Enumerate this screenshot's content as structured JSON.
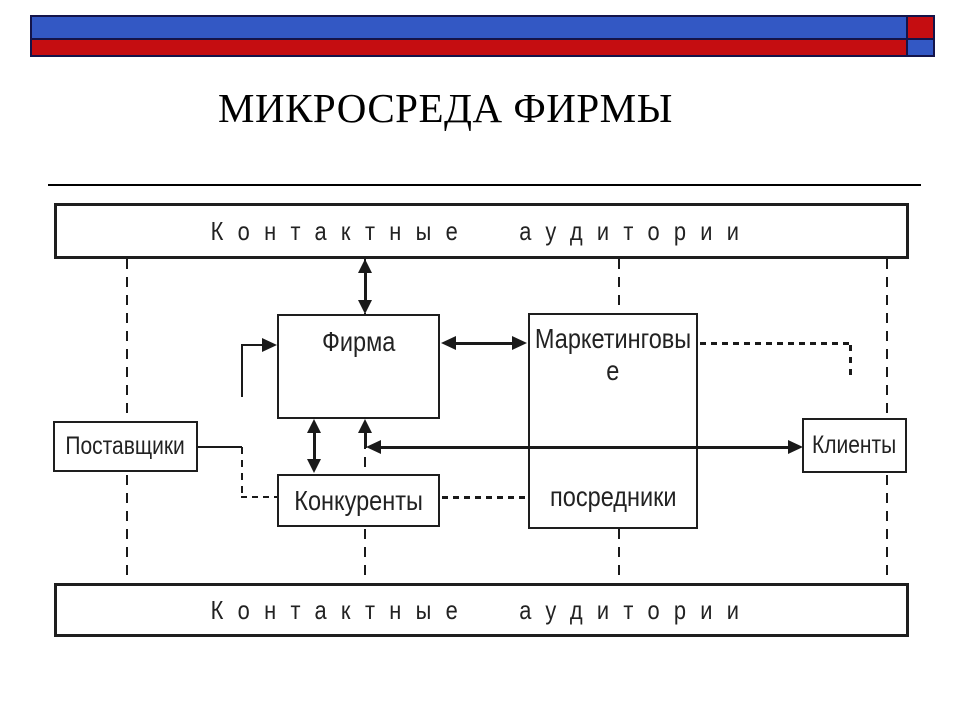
{
  "slide": {
    "title": "МИКРОСРЕДА ФИРМЫ"
  },
  "colors": {
    "bar_blue": "#3358c4",
    "bar_red": "#c50d11",
    "bar_border": "#14144a",
    "diagram_line": "#1a1a1a"
  },
  "diagram": {
    "top_banner": "Контактные аудитории",
    "bottom_banner": "Контактные аудитории",
    "boxes": {
      "firm": "Фирма",
      "suppliers": "Поставщики",
      "competitors": "Конкуренты",
      "clients": "Клиенты",
      "intermediaries_lines": [
        "Маркетинговы",
        "е",
        "посредники"
      ]
    }
  }
}
